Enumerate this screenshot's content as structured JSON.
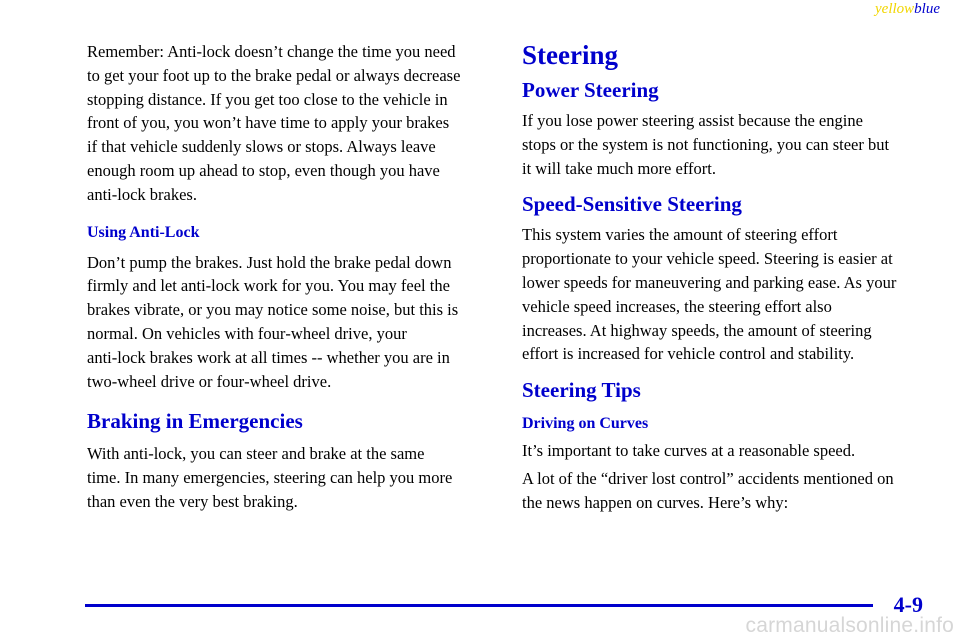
{
  "header": {
    "tag_yellow": "yellow",
    "tag_blue": "blue"
  },
  "left_column": {
    "para1": "Remember: Anti‑lock doesn’t change the time you need\nto get your foot up to the brake pedal or always decrease\nstopping distance. If you get too close to the vehicle in\nfront of you, you won’t have time to apply your brakes\nif that vehicle suddenly slows or stops. Always leave\nenough room up ahead to stop, even though you have\nanti‑lock brakes.",
    "using_antilock_heading": "Using Anti‑Lock",
    "para2": "Don’t pump the brakes. Just hold the brake pedal down\nfirmly and let anti‑lock work for you. You may feel the\nbrakes vibrate, or you may notice some noise, but this is\nnormal. On vehicles with four‑wheel drive, your\nanti‑lock brakes work at all times ‑‑ whether you are in\ntwo‑wheel drive or four‑wheel drive.",
    "braking_heading": "Braking in Emergencies",
    "para3": "With anti‑lock, you can steer and brake at the same\ntime. In many emergencies, steering can help you more\nthan even the very best braking."
  },
  "right_column": {
    "steering_heading": "Steering",
    "power_steering_heading": "Power Steering",
    "power_steering_text": "If you lose power steering assist because the engine\nstops or the system is not functioning, you can steer but\nit will take much more effort.",
    "speed_sensitive_heading": "Speed‑Sensitive Steering",
    "speed_sensitive_text": "This system varies the amount of steering effort\nproportionate to your vehicle speed. Steering is easier at\nlower speeds for maneuvering and parking ease. As your\nvehicle speed increases, the steering effort also\nincreases. At highway speeds, the amount of steering\neffort is increased for vehicle control and stability.",
    "steering_tips_heading": "Steering Tips",
    "driving_curves_heading": "Driving on Curves",
    "curves_para1": "It’s important to take curves at a reasonable speed.",
    "curves_para2": "A lot of the “driver lost control” accidents mentioned on\nthe news happen on curves. Here’s why:"
  },
  "footer": {
    "page_number": "4‑9",
    "watermark": "carmanualsonline.info"
  },
  "colors": {
    "heading_blue": "#0000cc",
    "tag_yellow": "#f2d600",
    "watermark_gray": "#d6d6d6"
  }
}
